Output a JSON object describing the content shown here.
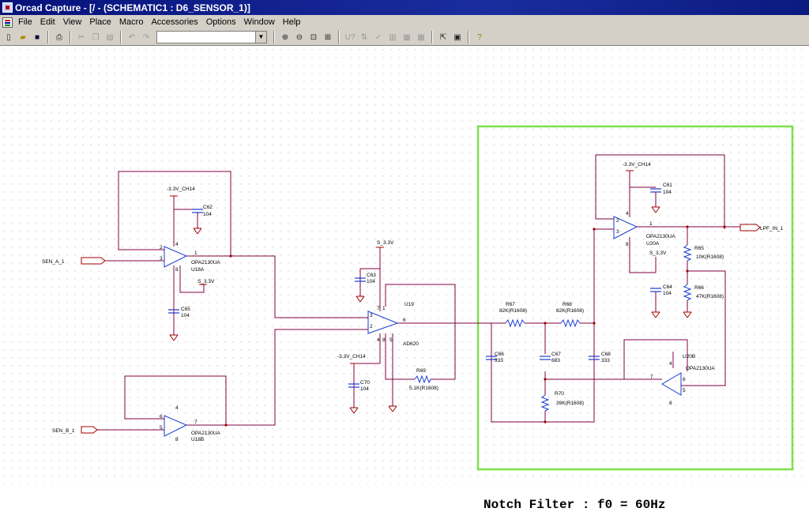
{
  "window": {
    "title": "Orcad Capture - [/ - (SCHEMATIC1 : D6_SENSOR_1)]"
  },
  "menu": {
    "file": "File",
    "edit": "Edit",
    "view": "View",
    "place": "Place",
    "macro": "Macro",
    "accessories": "Accessories",
    "options": "Options",
    "window": "Window",
    "help": "Help"
  },
  "toolbar": {
    "part_combo_value": ""
  },
  "schematic": {
    "ports": {
      "sen_a": "SEN_A_1",
      "sen_b": "SEN_B_1",
      "lpf_in": "LPF_IN_1"
    },
    "u18a": {
      "part": "OPA2130UA",
      "ref": "U18A",
      "pin_inv": "2",
      "pin_noninv": "3",
      "pin_out": "1",
      "pin_vneg": "4",
      "pin_vpos": "8"
    },
    "u18b": {
      "part": "OPA2130UA",
      "ref": "U18B",
      "pin_inv": "6",
      "pin_noninv": "5",
      "pin_out": "7",
      "pin_vneg": "4",
      "pin_vpos": "8"
    },
    "u19": {
      "part": "AD620",
      "ref": "U19",
      "pin_in1": "3",
      "pin_in2": "2",
      "pin_out": "6",
      "pin_top": "7",
      "pin_bot": "4",
      "pin_rg1": "1",
      "pin_rg2": "8",
      "pin_ref": "5"
    },
    "u20a": {
      "part": "OPA2130UA",
      "ref": "U20A",
      "pin_inv": "2",
      "pin_noninv": "3",
      "pin_out": "1",
      "pin_vneg": "4",
      "pin_vpos": "8"
    },
    "u20b": {
      "part": "OPA2130UA",
      "ref": "U20B",
      "pin_out": "7",
      "pin_a": "6",
      "pin_b": "5",
      "pin_vneg": "4",
      "pin_vpos": "8"
    },
    "power": {
      "neg_u18": "-3.3V_CH14",
      "pos_u18": "S_3.3V",
      "pos_u19": "S_3.3V",
      "neg_u19": "-3.3V_CH14",
      "neg_u20": "-3.3V_CH14",
      "pos_u20": "S_3.3V"
    },
    "caps": {
      "c62": {
        "ref": "C62",
        "val": "104"
      },
      "c65": {
        "ref": "C65",
        "val": "104"
      },
      "c63": {
        "ref": "C63",
        "val": "104"
      },
      "c70": {
        "ref": "C70",
        "val": "104"
      },
      "c61": {
        "ref": "C61",
        "val": "104"
      },
      "c64": {
        "ref": "C64",
        "val": "104"
      },
      "c66": {
        "ref": "C66",
        "val": "333"
      },
      "c67": {
        "ref": "C67",
        "val": "683"
      },
      "c68": {
        "ref": "C68",
        "val": "333"
      }
    },
    "resistors": {
      "r69": {
        "ref": "R69",
        "val": "5.1K(R1608)"
      },
      "r67": {
        "ref": "R67",
        "val": "82K(R1608)"
      },
      "r68": {
        "ref": "R68",
        "val": "82K(R1608)"
      },
      "r70": {
        "ref": "R70",
        "val": "39K(R1608)"
      },
      "r65": {
        "ref": "R65",
        "val": "10K(R1608)"
      },
      "r66": {
        "ref": "R66",
        "val": "47K(R1608)"
      }
    },
    "notch_label": "Notch Filter : f0 = 60Hz"
  },
  "colors": {
    "wire": "#800040",
    "part": "#1a3bd0",
    "pin": "#a00000",
    "text": "#000000",
    "highlight": "#7ee04a"
  }
}
